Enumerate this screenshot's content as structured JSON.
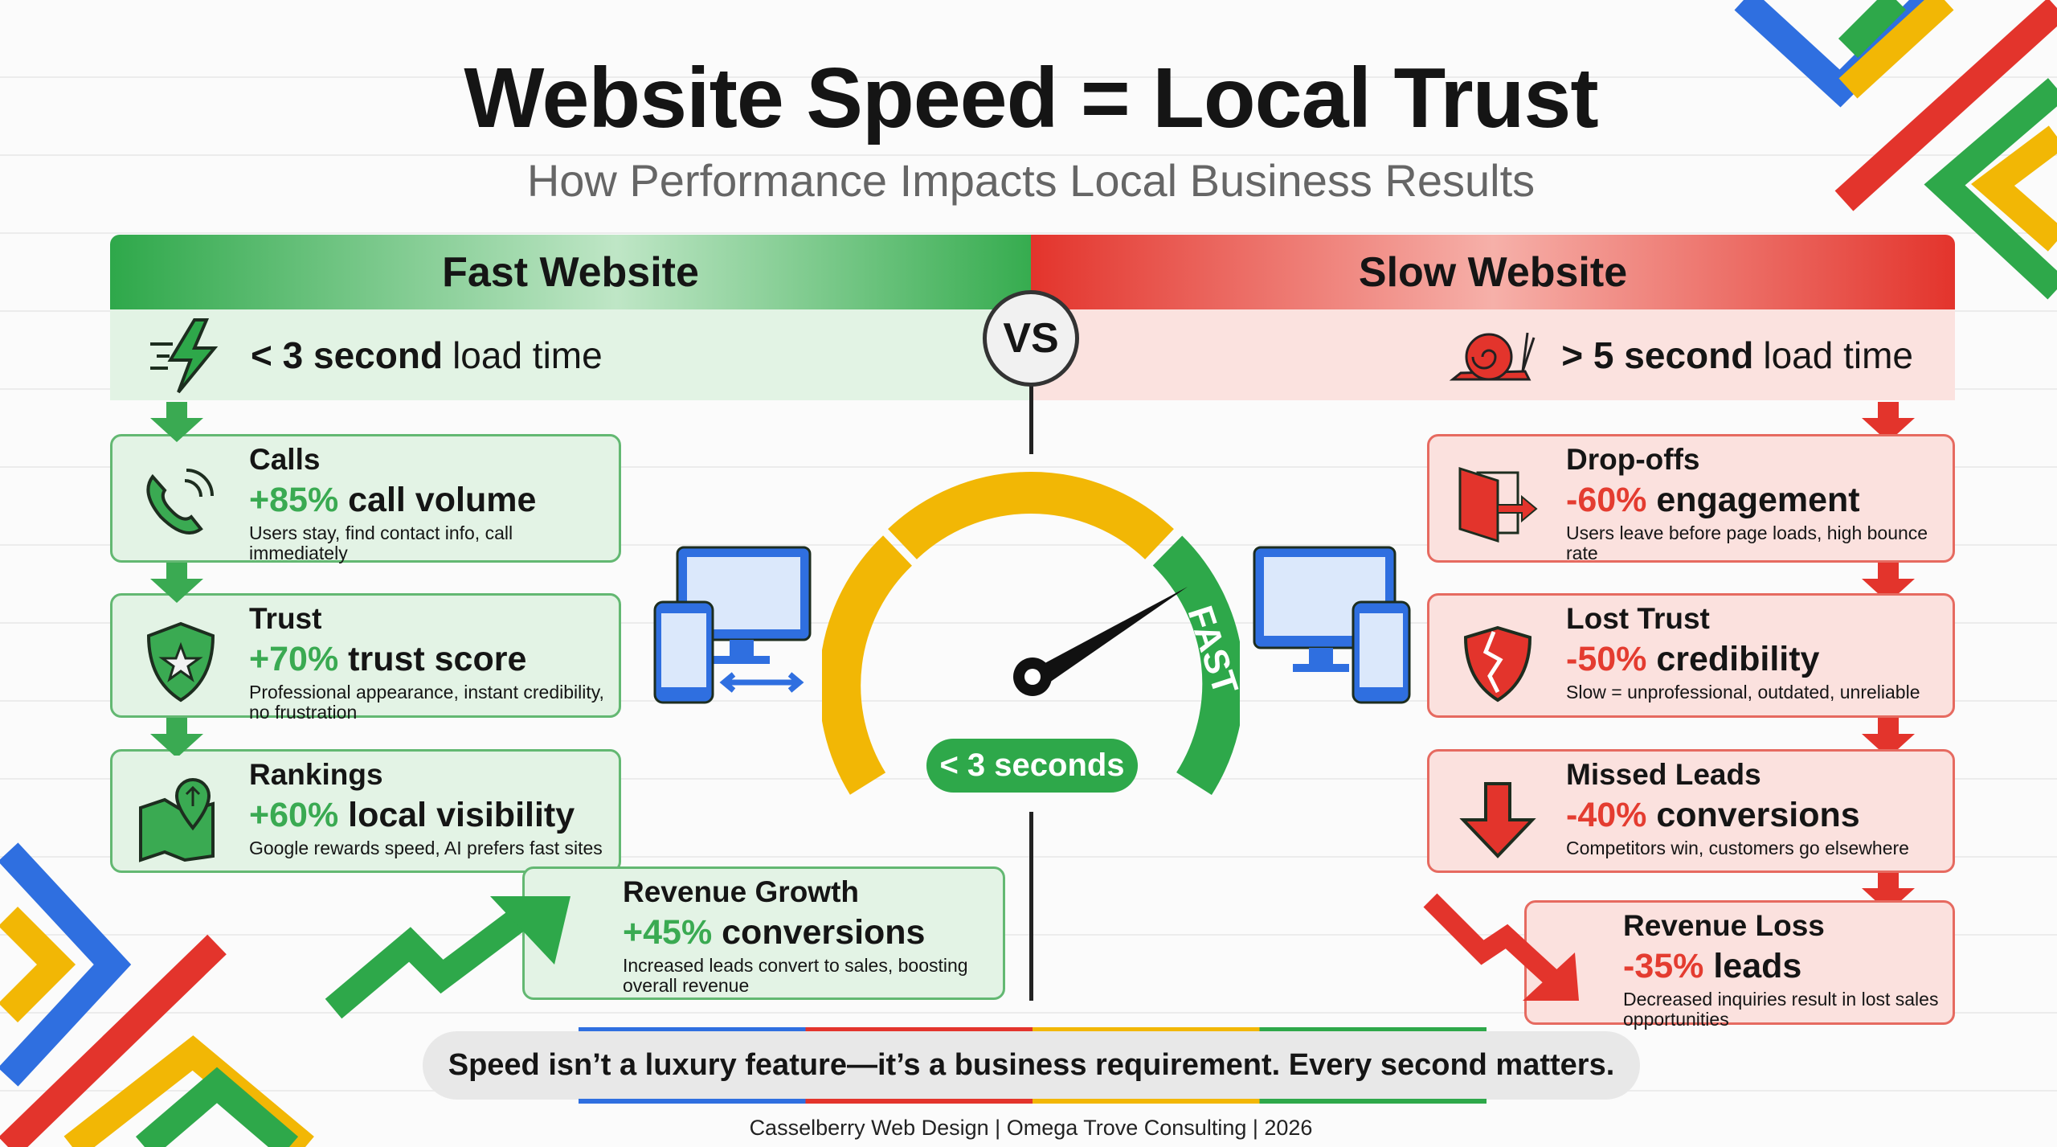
{
  "title": "Website Speed = Local Trust",
  "subtitle": "How Performance Impacts Local Business Results",
  "vs": "VS",
  "fast": {
    "header": "Fast Website",
    "load_bold": "< 3 second",
    "load_rest": "load time",
    "color": "#2ea84a",
    "cards": [
      {
        "title": "Calls",
        "pct": "+85%",
        "metric": "call volume",
        "desc": "Users stay, find contact info, call immediately",
        "icon": "phone-icon"
      },
      {
        "title": "Trust",
        "pct": "+70%",
        "metric": "trust score",
        "desc": "Professional appearance, instant credibility, no frustration",
        "icon": "shield-star-icon"
      },
      {
        "title": "Rankings",
        "pct": "+60%",
        "metric": "local visibility",
        "desc": "Google rewards speed, AI prefers fast sites",
        "icon": "map-pin-icon"
      },
      {
        "title": "Revenue Growth",
        "pct": "+45%",
        "metric": "conversions",
        "desc": "Increased leads convert to sales, boosting overall revenue",
        "icon": "trend-up-arrow-icon"
      }
    ]
  },
  "slow": {
    "header": "Slow Website",
    "load_bold": "> 5 second",
    "load_rest": "load time",
    "color": "#e3342c",
    "cards": [
      {
        "title": "Drop-offs",
        "pct": "-60%",
        "metric": "engagement",
        "desc": "Users leave before page loads, high bounce rate",
        "icon": "exit-door-icon"
      },
      {
        "title": "Lost Trust",
        "pct": "-50%",
        "metric": "credibility",
        "desc": "Slow = unprofessional, outdated, unreliable",
        "icon": "broken-shield-icon"
      },
      {
        "title": "Missed Leads",
        "pct": "-40%",
        "metric": "conversions",
        "desc": "Competitors win, customers go elsewhere",
        "icon": "down-arrow-icon"
      },
      {
        "title": "Revenue Loss",
        "pct": "-35%",
        "metric": "leads",
        "desc": "Decreased inquiries result in lost sales opportunities",
        "icon": "trend-down-arrow-icon"
      }
    ]
  },
  "gauge": {
    "label": "FAST",
    "pill": "< 3 seconds",
    "colors": {
      "slow": "#f2b705",
      "fast": "#2ea84a"
    }
  },
  "banner": "Speed isn’t a luxury feature—it’s a business requirement. Every second matters.",
  "footer": "Casselberry Web Design | Omega Trove Consulting | 2026"
}
